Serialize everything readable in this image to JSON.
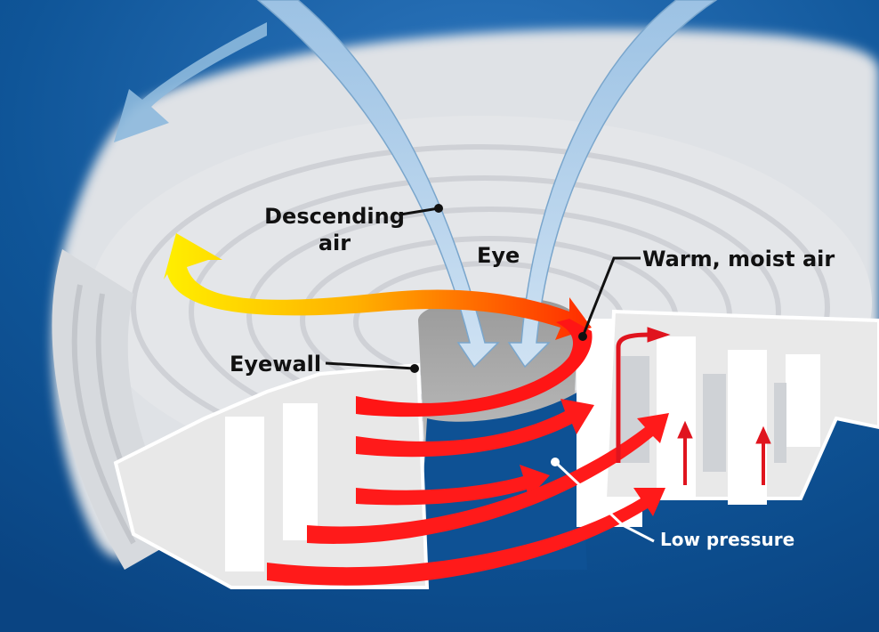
{
  "diagram": {
    "labels": {
      "descending_line1": "Descending",
      "descending_line2": "air",
      "eye": "Eye",
      "warm_moist_air": "Warm, moist air",
      "eyewall": "Eyewall",
      "low_pressure": "Low pressure"
    },
    "colors": {
      "background": "#0d4f93",
      "cloud": "#e9ebee",
      "inflow_arrows": "#ff1a1a",
      "outflow_arrow_start": "#ffee00",
      "outflow_arrow_end": "#ff2a00",
      "descending_air": "#bcd6ec"
    }
  }
}
